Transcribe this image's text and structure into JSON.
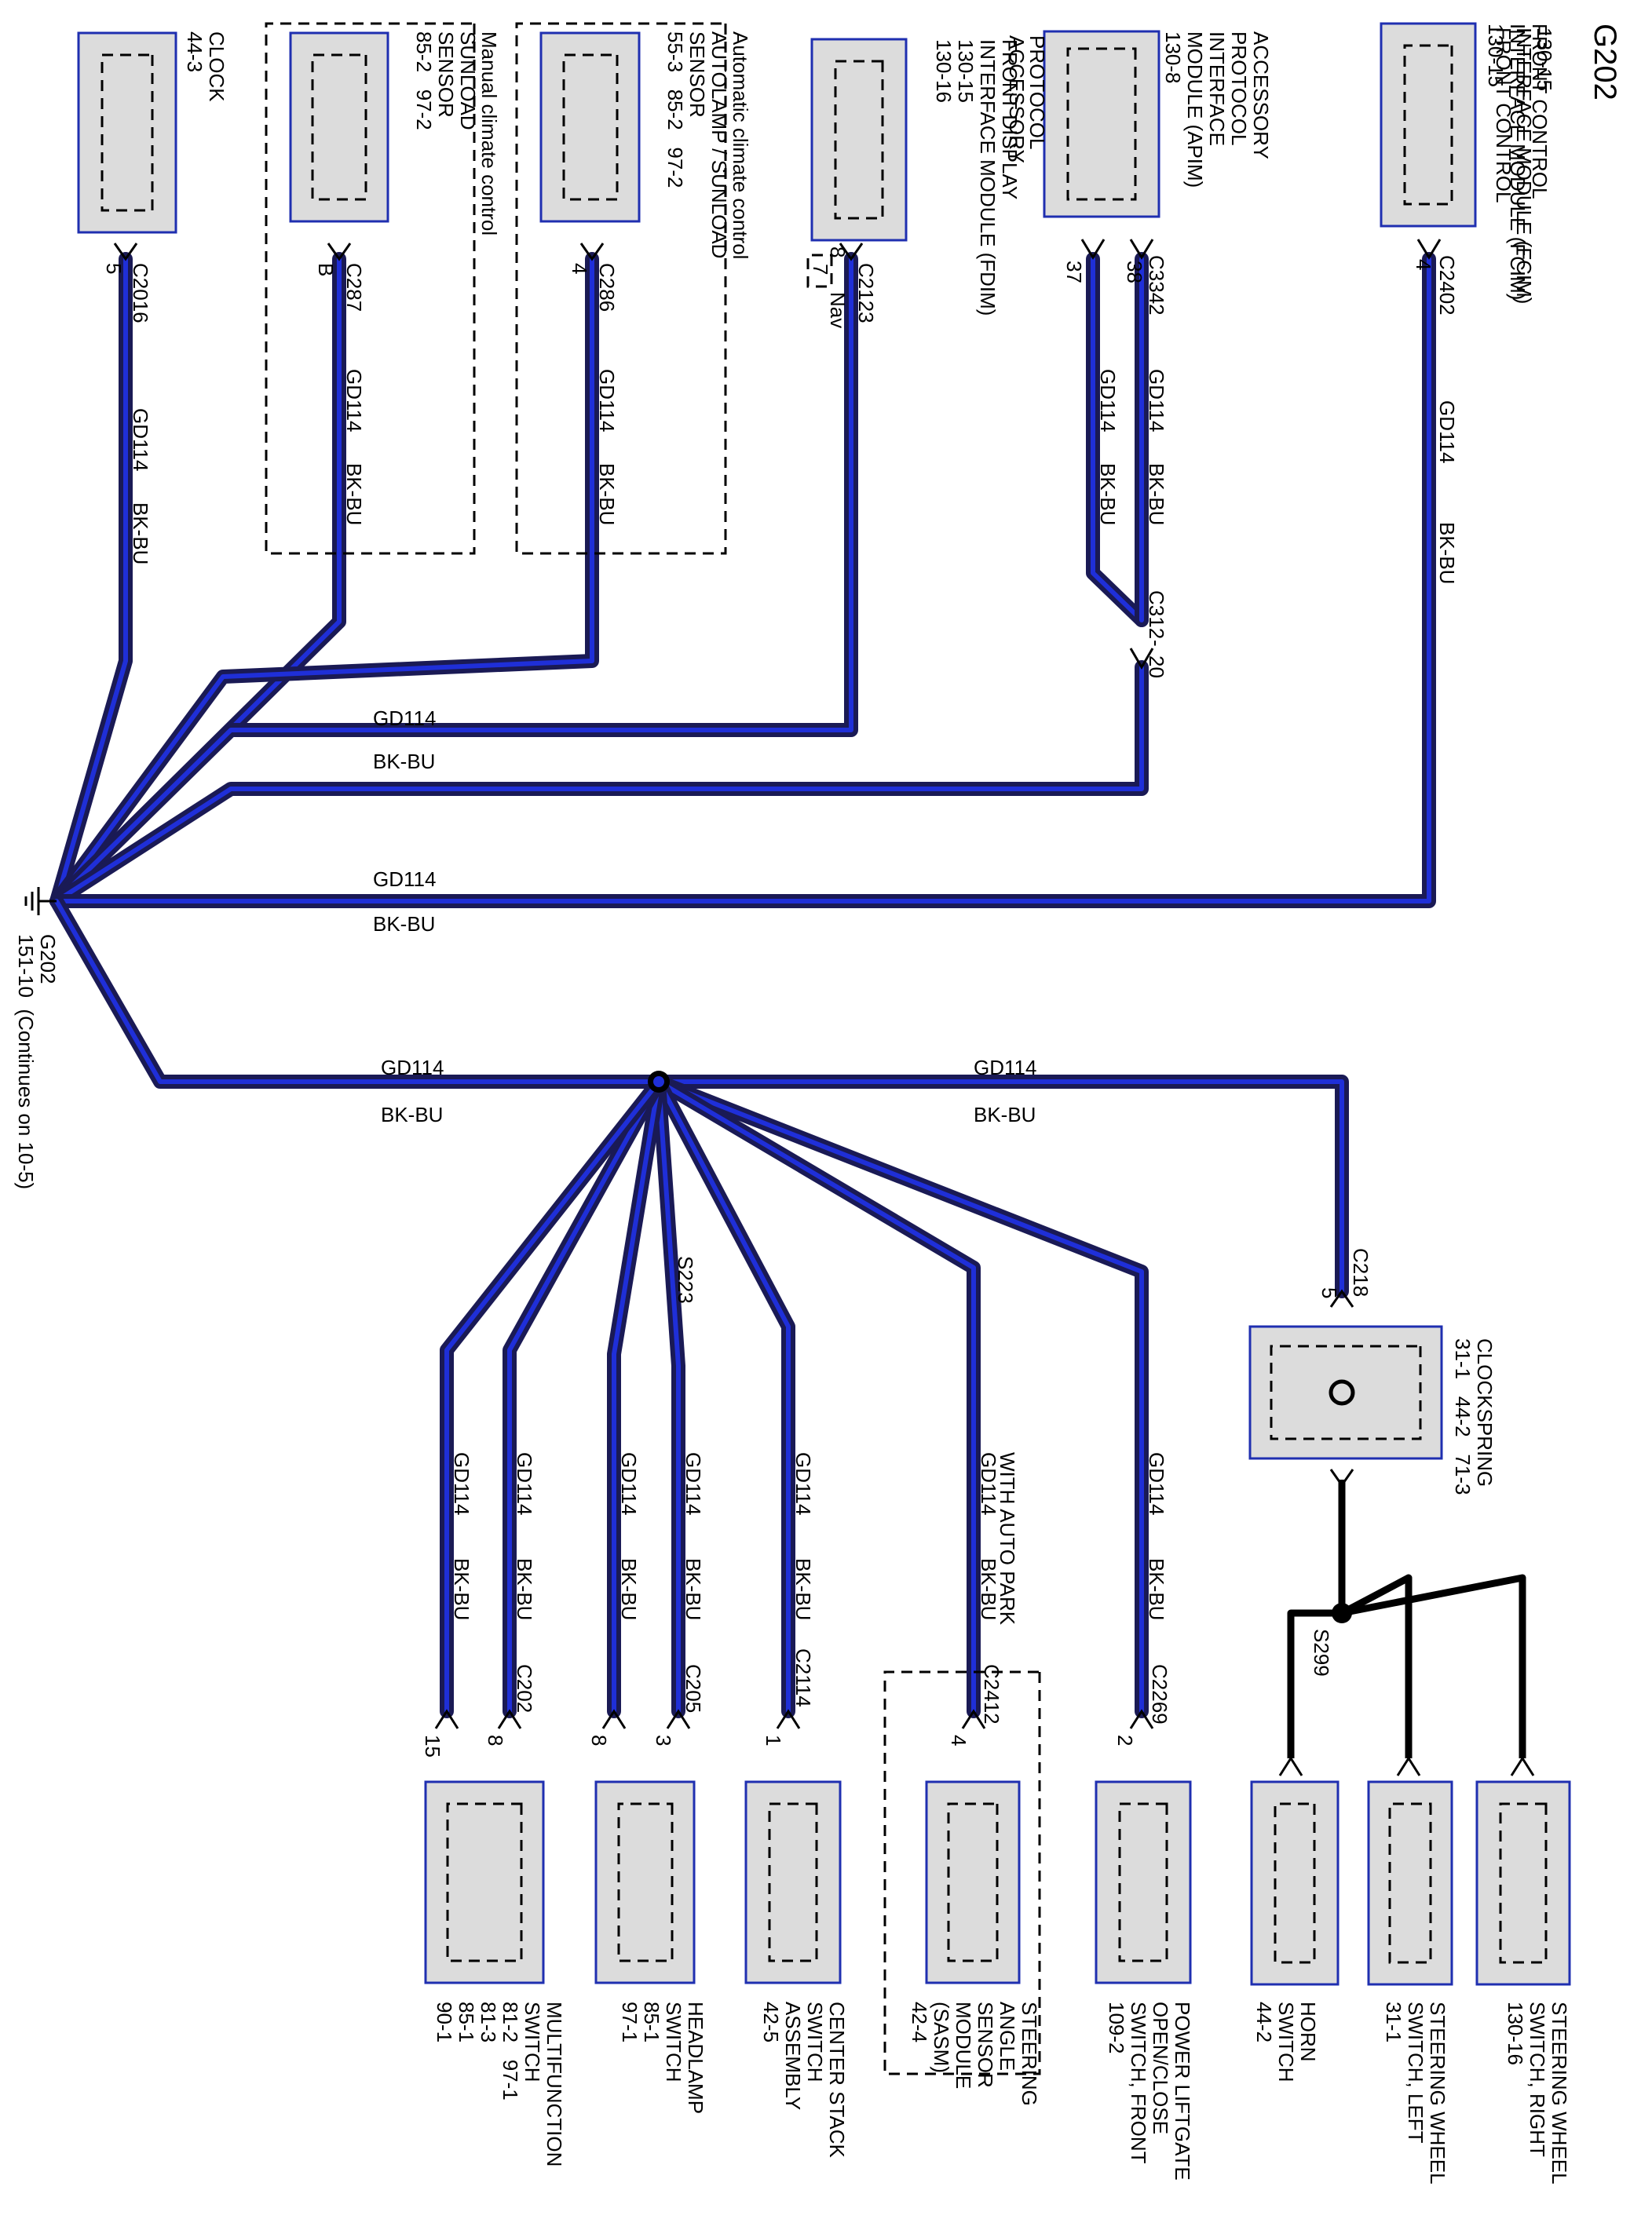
{
  "page_title": "G202",
  "ground": {
    "name": "G202",
    "ref": "151-10",
    "continues": "(Continues on 10-5)"
  },
  "wire": {
    "circuit": "GD114",
    "color": "BK-BU"
  },
  "top_modules": {
    "fcim": {
      "lines": [
        "FRONT CONTROL",
        "INTERFACE MODULE (FCIM)",
        "130-15"
      ],
      "connector": "C2402",
      "pin": "4"
    },
    "apim": {
      "lines": [
        "ACCESSORY",
        "PROTOCOL",
        "INTERFACE",
        "MODULE (APIM)",
        "130-8"
      ],
      "connector": "C3342",
      "pin_a": "37",
      "pin_b": "38",
      "inline": "C312",
      "inline_pin": "20"
    },
    "fdim": {
      "lines": [
        "FRONT DISPLAY",
        "INTERFACE MODULE (FDIM)",
        "130-15",
        "130-16"
      ],
      "connector": "C2123",
      "pin": "8",
      "alt_pin": "7",
      "alt_note": "Nav"
    },
    "autolamp": {
      "group": "Automatic climate control",
      "lines": [
        "AUTOLAMP / SUNLOAD",
        "SENSOR",
        "55-3   85-2   97-2"
      ],
      "connector": "C286",
      "pin": "4"
    },
    "sunload": {
      "group": "Manual climate control",
      "lines": [
        "SUNLOAD",
        "SENSOR",
        "85-2   97-2"
      ],
      "connector": "C287",
      "pin": "B"
    },
    "clock": {
      "lines": [
        "CLOCK",
        "44-3"
      ],
      "connector": "C2016",
      "pin": "5"
    }
  },
  "splice": {
    "name": "S223"
  },
  "clockspring": {
    "lines": [
      "CLOCKSPRING",
      "31-1   44-2   71-3"
    ],
    "connector": "C218",
    "pin": "5"
  },
  "splice2": {
    "name": "S299"
  },
  "bottom_modules": {
    "multifunction": {
      "lines": [
        "MULTIFUNCTION",
        "SWITCH",
        "81-2   97-1",
        "81-3",
        "85-1",
        "90-1"
      ],
      "connector": "C202",
      "pin_a": "15",
      "pin_b": "8"
    },
    "headlamp": {
      "lines": [
        "HEADLAMP",
        "SWITCH",
        "85-1",
        "97-1"
      ],
      "connector": "C205",
      "pin_a": "8",
      "pin_b": "3"
    },
    "center_stack": {
      "lines": [
        "CENTER STACK",
        "SWITCH",
        "ASSEMBLY",
        "42-5"
      ],
      "connector": "C2114",
      "pin": "1"
    },
    "sasm": {
      "lines": [
        "STEERING",
        "ANGLE",
        "SENSOR",
        "MODULE",
        "(SASM)",
        "42-4"
      ],
      "connector": "C2412",
      "pin": "4",
      "note": "WITH AUTO PARK"
    },
    "liftgate": {
      "lines": [
        "POWER LIFTGATE",
        "OPEN/CLOSE",
        "SWITCH, FRONT",
        "109-2"
      ],
      "connector": "C2269",
      "pin": "2"
    },
    "horn": {
      "lines": [
        "HORN",
        "SWITCH",
        "44-2"
      ]
    },
    "sw_left": {
      "lines": [
        "STEERING WHEEL",
        "SWITCH, LEFT",
        "31-1"
      ]
    },
    "sw_right": {
      "lines": [
        "STEERING WHEEL",
        "SWITCH, RIGHT",
        "130-16"
      ]
    }
  }
}
